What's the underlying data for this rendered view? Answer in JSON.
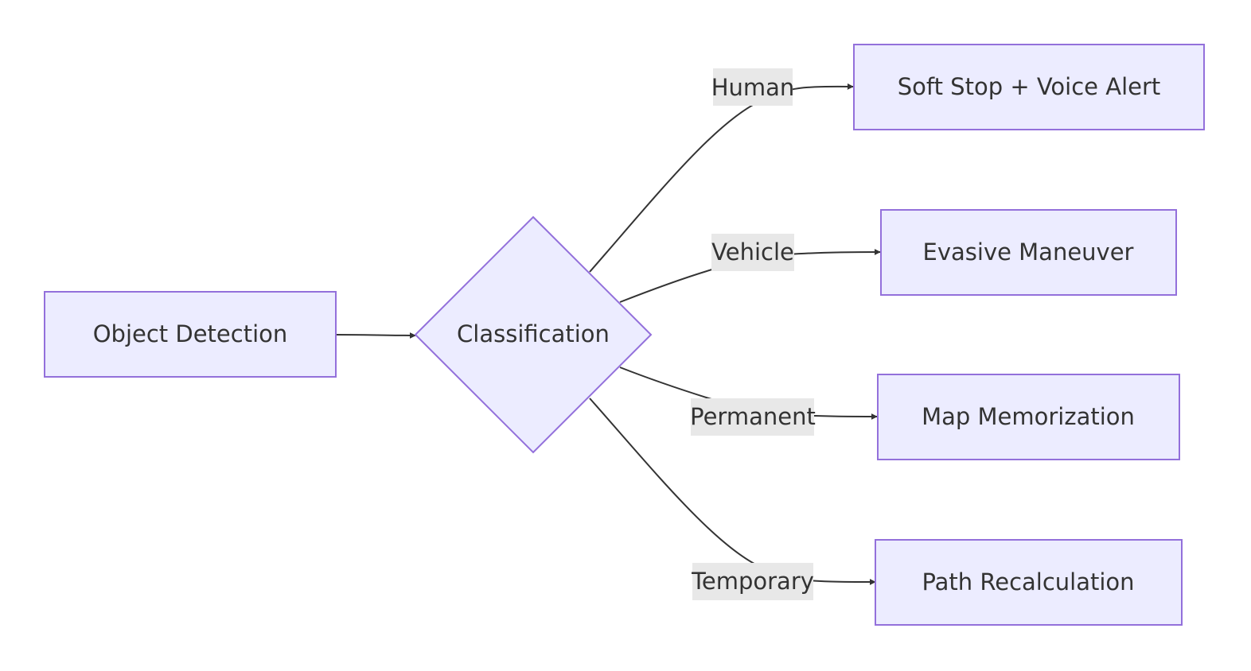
{
  "diagram": {
    "type": "flowchart",
    "direction": "left-to-right",
    "colors": {
      "node_fill": "#ECECFF",
      "node_stroke": "#9370DB",
      "edge": "#333333",
      "edge_label_bg": "#E8E8E8",
      "text": "#333333"
    },
    "nodes": {
      "object_detection": {
        "label": "Object Detection",
        "shape": "rectangle"
      },
      "classification": {
        "label": "Classification",
        "shape": "diamond"
      },
      "soft_stop": {
        "label": "Soft Stop + Voice Alert",
        "shape": "rectangle"
      },
      "evasive": {
        "label": "Evasive Maneuver",
        "shape": "rectangle"
      },
      "map_memo": {
        "label": "Map Memorization",
        "shape": "rectangle"
      },
      "path_recalc": {
        "label": "Path Recalculation",
        "shape": "rectangle"
      }
    },
    "edges": [
      {
        "from": "object_detection",
        "to": "classification",
        "label": ""
      },
      {
        "from": "classification",
        "to": "soft_stop",
        "label": "Human"
      },
      {
        "from": "classification",
        "to": "evasive",
        "label": "Vehicle"
      },
      {
        "from": "classification",
        "to": "map_memo",
        "label": "Permanent"
      },
      {
        "from": "classification",
        "to": "path_recalc",
        "label": "Temporary"
      }
    ]
  }
}
